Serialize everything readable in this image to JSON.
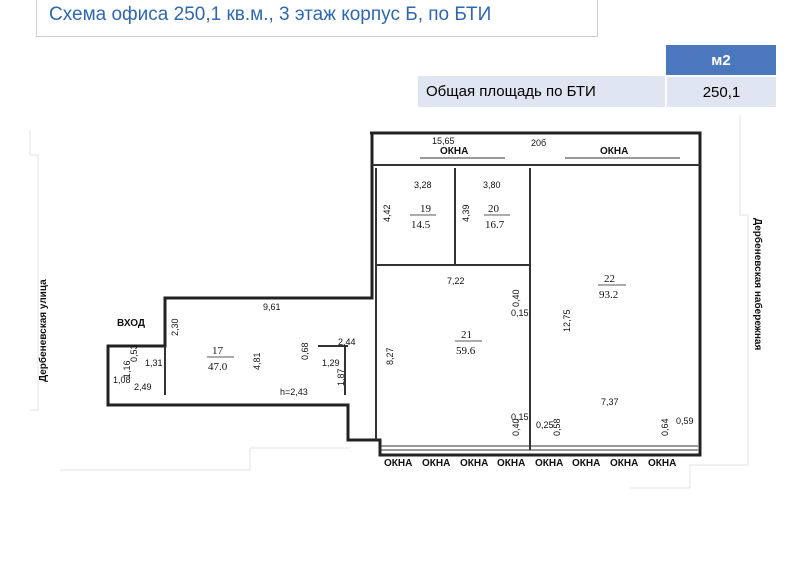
{
  "title": "Схема офиса 250,1 кв.м., 3 этаж корпус Б, по БТИ",
  "area_table": {
    "header": "м2",
    "rows": [
      {
        "label": "Общая площадь по БТИ",
        "value": "250,1"
      }
    ]
  },
  "plan": {
    "streets": {
      "left": "Дербеневская улица",
      "right": "Дербеневская набережная"
    },
    "entrance": "ВХОД",
    "windows": "ОКНА",
    "rooms": [
      {
        "number": "19",
        "area": "14.5"
      },
      {
        "number": "20",
        "area": "16.7"
      },
      {
        "number": "22",
        "area": "93.2"
      },
      {
        "number": "21",
        "area": "59.6"
      },
      {
        "number": "17",
        "area": "47.0"
      }
    ],
    "dimensions": {
      "top_length": "15,65",
      "top_mark": "20б",
      "r19_width": "3,28",
      "r20_width": "3,80",
      "r19_height": "4,42",
      "r20_height": "4,39",
      "r21_width": "7,22",
      "r21_col": "0,40",
      "r21_col_b": "0,15",
      "r22_height": "12,75",
      "r22_width": "7,37",
      "r21_col_c": "0,15",
      "r21_col_d": "0,40",
      "r21_col_e": "0,25",
      "r21_col_f": "0,58",
      "r22_corner": "0,59",
      "r22_corner_b": "0,64",
      "r17_width": "9,61",
      "r17_depth": "2,30",
      "r17_height": "4,81",
      "r17_col": "0,68",
      "r17_wall": "2,44",
      "r17_step": "1,29",
      "r17_step_h": "1,87",
      "r21_left": "8,27",
      "ceiling": "h=2,43",
      "small_a": "0,53",
      "small_b": "1,31",
      "small_c": "1,16",
      "small_d": "1,08",
      "lobby": "2,49"
    }
  }
}
